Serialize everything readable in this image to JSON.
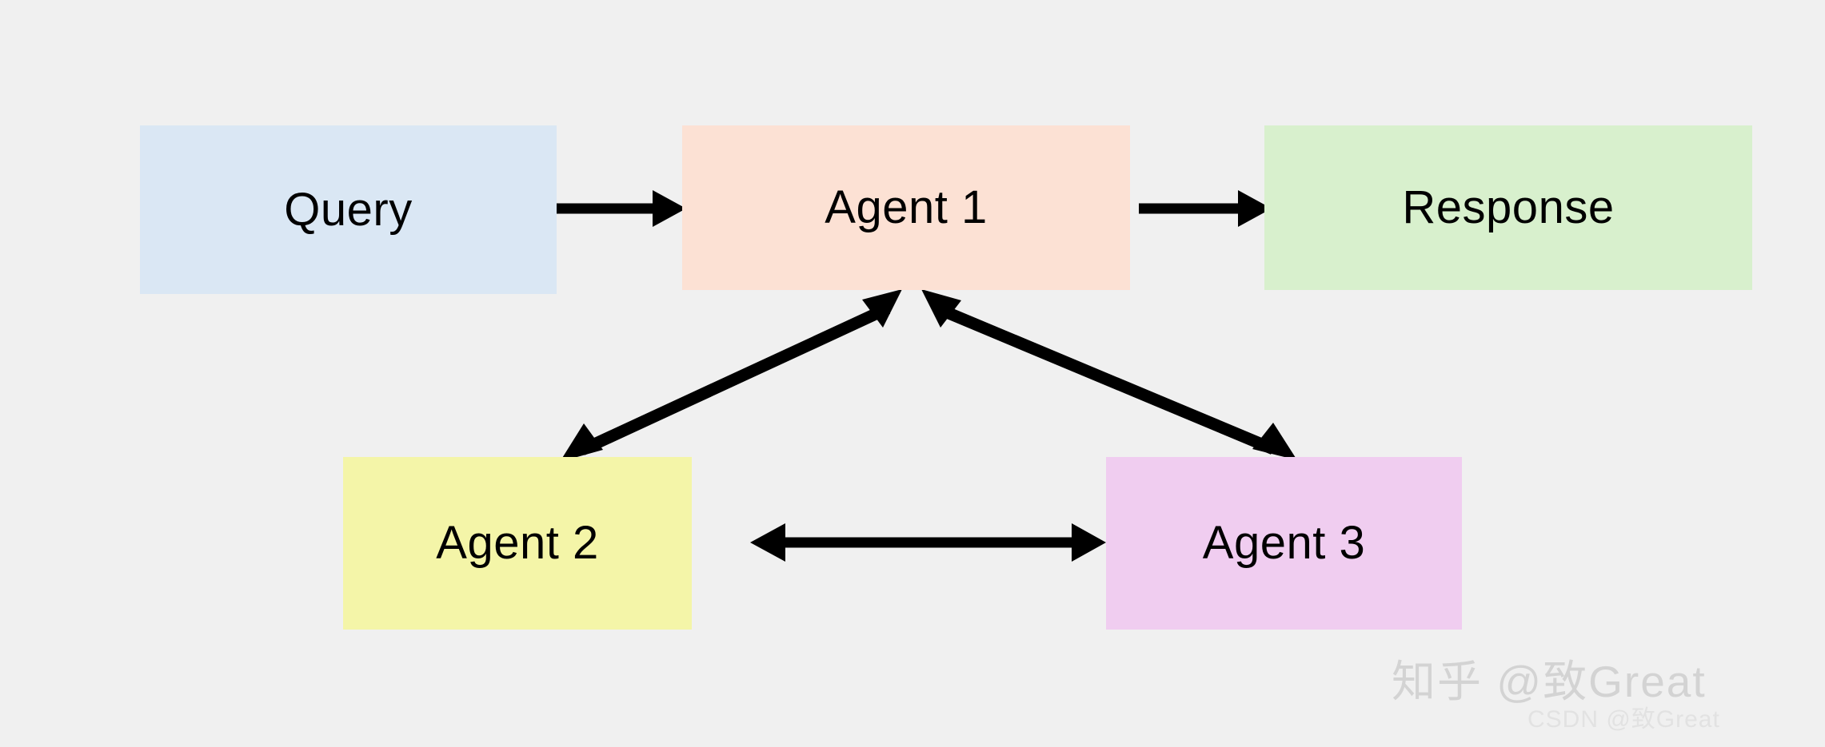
{
  "diagram": {
    "background_color": "#f0f0f0",
    "nodes": [
      {
        "id": "query",
        "label": "Query",
        "color": "#dae7f4"
      },
      {
        "id": "agent1",
        "label": "Agent 1",
        "color": "#fce1d4"
      },
      {
        "id": "response",
        "label": "Response",
        "color": "#d8f0cd"
      },
      {
        "id": "agent2",
        "label": "Agent 2",
        "color": "#f4f5a8"
      },
      {
        "id": "agent3",
        "label": "Agent 3",
        "color": "#f0cdf0"
      }
    ],
    "edges": [
      {
        "id": "query-to-agent1",
        "from": "query",
        "to": "agent1",
        "direction": "one-way",
        "color": "#000000"
      },
      {
        "id": "agent1-to-response",
        "from": "agent1",
        "to": "response",
        "direction": "one-way",
        "color": "#000000"
      },
      {
        "id": "agent1-agent2",
        "from": "agent1",
        "to": "agent2",
        "direction": "two-way",
        "color": "#000000"
      },
      {
        "id": "agent1-agent3",
        "from": "agent1",
        "to": "agent3",
        "direction": "two-way",
        "color": "#000000"
      },
      {
        "id": "agent2-agent3",
        "from": "agent2",
        "to": "agent3",
        "direction": "two-way",
        "color": "#000000"
      }
    ]
  },
  "watermarks": {
    "primary": "知乎 @致Great",
    "secondary": "CSDN @致Great"
  }
}
